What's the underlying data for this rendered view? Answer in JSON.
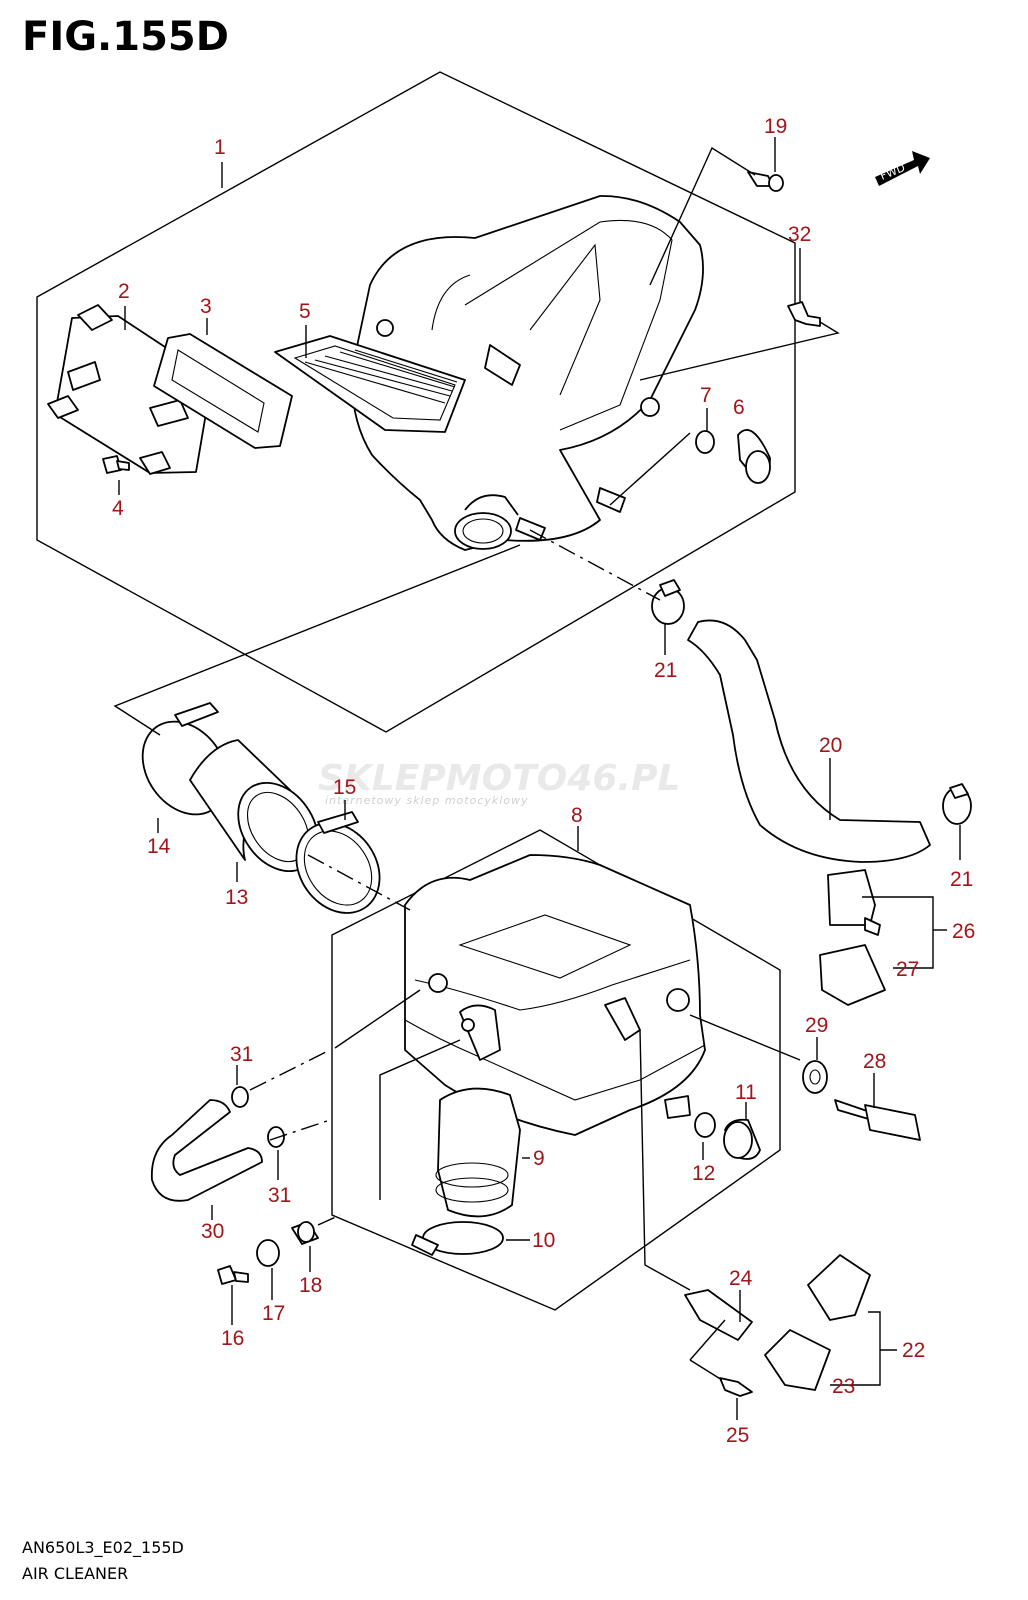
{
  "figure": {
    "title": "FIG.155D",
    "code": "AN650L3_E02_155D",
    "name": "AIR CLEANER"
  },
  "watermark": {
    "brand": "SKLEPMOTO46.PL",
    "tagline": "internetowy sklep motocyklowy"
  },
  "fwd_label": "FWD",
  "callouts": {
    "c1": "1",
    "c2": "2",
    "c3": "3",
    "c4": "4",
    "c5": "5",
    "c6": "6",
    "c7": "7",
    "c8": "8",
    "c9": "9",
    "c10": "10",
    "c11": "11",
    "c12": "12",
    "c13": "13",
    "c14": "14",
    "c15": "15",
    "c16": "16",
    "c17": "17",
    "c18": "18",
    "c19": "19",
    "c20": "20",
    "c21a": "21",
    "c21b": "21",
    "c22": "22",
    "c23": "23",
    "c24": "24",
    "c25": "25",
    "c26": "26",
    "c27": "27",
    "c28": "28",
    "c29": "29",
    "c30": "30",
    "c31a": "31",
    "c31b": "31",
    "c32": "32"
  },
  "colors": {
    "callout": "#a3151a",
    "lines": "#000000"
  }
}
